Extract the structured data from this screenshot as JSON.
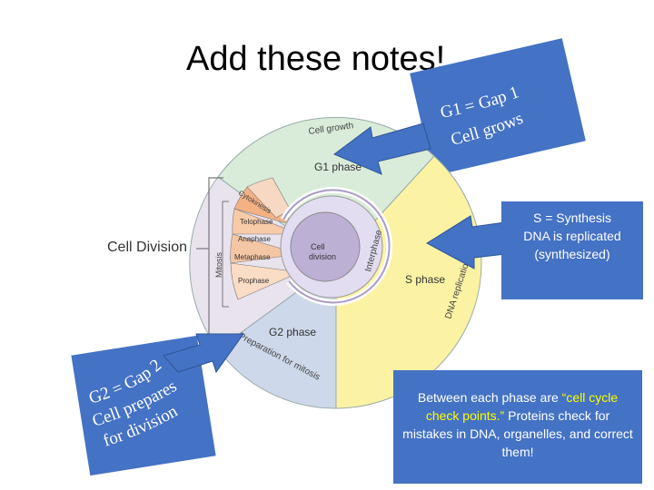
{
  "slide": {
    "title": "Add these notes!"
  },
  "callouts": {
    "g1": {
      "line1": "G1 = Gap 1",
      "line2": "Cell grows"
    },
    "g2": {
      "line1": "G2 = Gap 2",
      "line2": "Cell prepares",
      "line3": "for division"
    },
    "s_phase": {
      "line1": "S = Synthesis",
      "line2": "DNA is replicated",
      "line3": "(synthesized)"
    },
    "checkpoints": {
      "before": "Between each phase are ",
      "highlight": "“cell cycle check points.”",
      "after": "  Proteins check for mistakes in DNA, organelles, and correct them!"
    }
  },
  "diagram": {
    "cell_division_label": "Cell Division",
    "cell_growth": "Cell growth",
    "g1_phase": "G1 phase",
    "s_phase": "S phase",
    "g2_phase": "G2 phase",
    "interphase": "Interphase",
    "cell_division_center": "Cell division",
    "dna_replication": "DNA replication",
    "preparation": "Preparation for mitosis",
    "mitosis": "Mitosis",
    "cytokinesis": "Cytokinesis",
    "stages": [
      "Telophase",
      "Anaphase",
      "Metaphase",
      "Prophase"
    ]
  },
  "colors": {
    "g1": "#d9ecd9",
    "s": "#fbf3a3",
    "g2": "#cdd8ea",
    "mitosis_ring": "#e9e3ee",
    "center": "#bcb0d5",
    "telophase": "#f4b183",
    "anaphase": "#f8cba8",
    "metaphase": "#f4c6a4",
    "prophase": "#fbdcc4",
    "callout": "#4472c4"
  }
}
